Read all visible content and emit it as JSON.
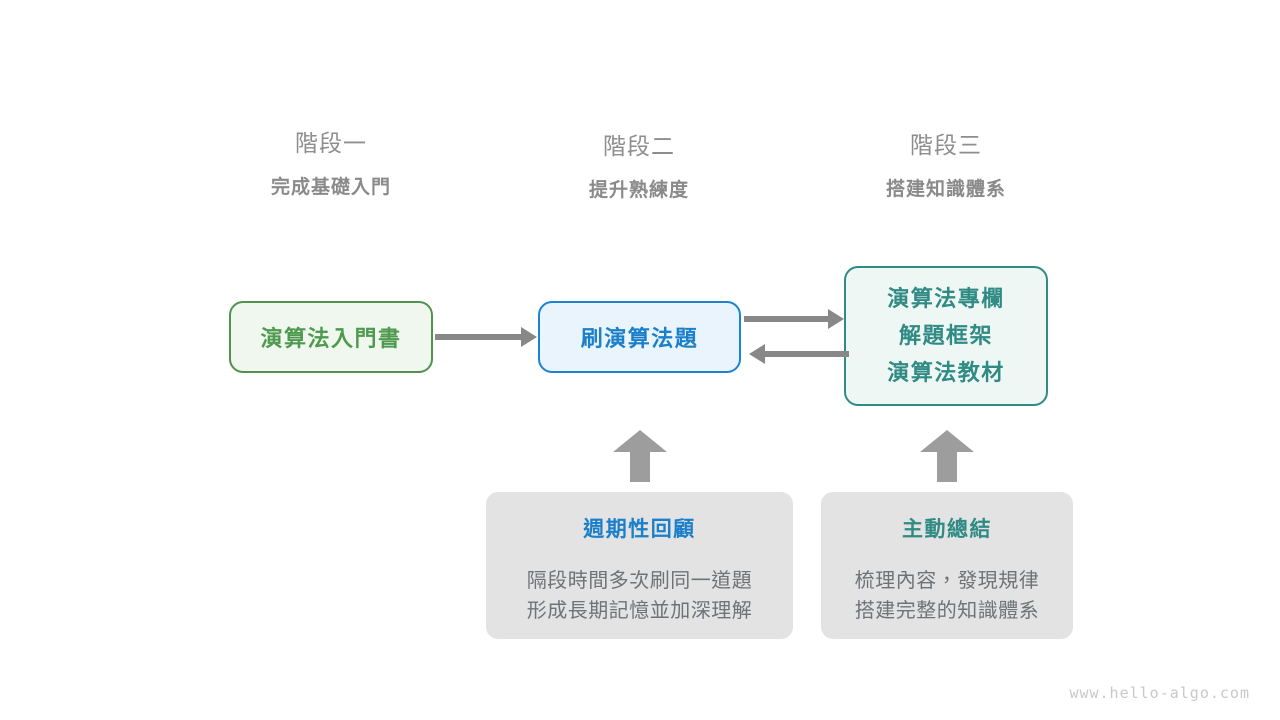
{
  "diagram": {
    "stages": [
      {
        "name": "階段一",
        "goal": "完成基礎入門"
      },
      {
        "name": "階段二",
        "goal": "提升熟練度"
      },
      {
        "name": "階段三",
        "goal": "搭建知識體系"
      }
    ],
    "flow_boxes": [
      {
        "id": "book",
        "label": "演算法入門書",
        "border_color": "#50934f",
        "fill_color": "#f0f7ef",
        "text_color": "#4f9a4f"
      },
      {
        "id": "practice",
        "label": "刷演算法題",
        "border_color": "#1c82d4",
        "fill_color": "#e9f4fc",
        "text_color": "#1b7fc9"
      },
      {
        "id": "knowledge",
        "lines": [
          "演算法專欄",
          "解題框架",
          "演算法教材"
        ],
        "border_color": "#2f8b84",
        "fill_color": "#eff7f5",
        "text_color": "#2f8b84"
      }
    ],
    "notes": [
      {
        "id": "review",
        "title": "週期性回顧",
        "title_color": "#1b7fc9",
        "body_lines": [
          "隔段時間多次刷同一道題",
          "形成長期記憶並加深理解"
        ]
      },
      {
        "id": "summary",
        "title": "主動總結",
        "title_color": "#2f8b84",
        "body_lines": [
          "梳理內容，發現規律",
          "搭建完整的知識體系"
        ]
      }
    ],
    "arrow_color": "#888888",
    "watermark": "www.hello-algo.com"
  }
}
